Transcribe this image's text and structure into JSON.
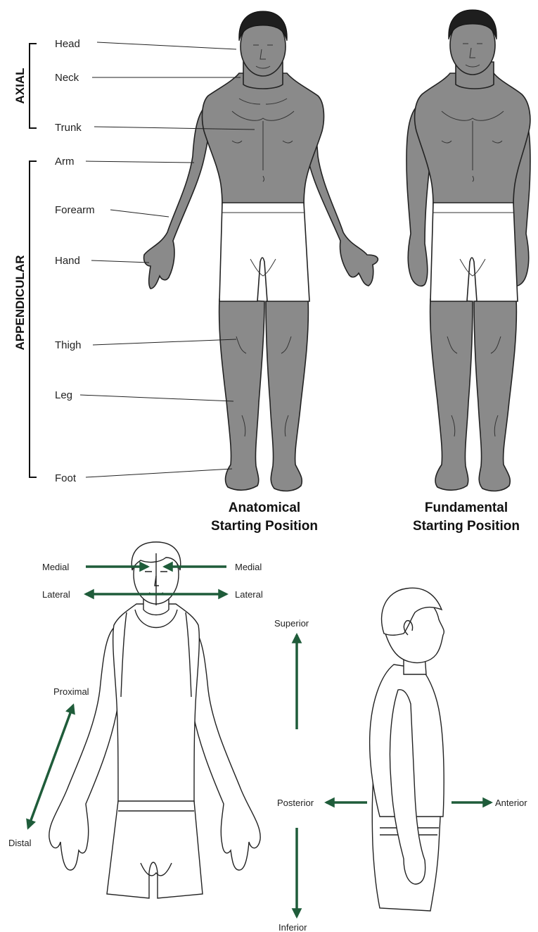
{
  "groups": {
    "axial": "AXIAL",
    "appendicular": "APPENDICULAR"
  },
  "body_parts": {
    "head": "Head",
    "neck": "Neck",
    "trunk": "Trunk",
    "arm": "Arm",
    "forearm": "Forearm",
    "hand": "Hand",
    "thigh": "Thigh",
    "leg": "Leg",
    "foot": "Foot"
  },
  "captions": {
    "anatomical_line1": "Anatomical",
    "anatomical_line2": "Starting Position",
    "fundamental_line1": "Fundamental",
    "fundamental_line2": "Starting Position"
  },
  "directions": {
    "medial_left": "Medial",
    "medial_right": "Medial",
    "lateral_left": "Lateral",
    "lateral_right": "Lateral",
    "proximal": "Proximal",
    "distal": "Distal",
    "superior": "Superior",
    "inferior": "Inferior",
    "posterior": "Posterior",
    "anterior": "Anterior"
  },
  "colors": {
    "arrow": "#1f5c3a",
    "skin": "#8a8a8a",
    "hair": "#1e1e1e"
  }
}
